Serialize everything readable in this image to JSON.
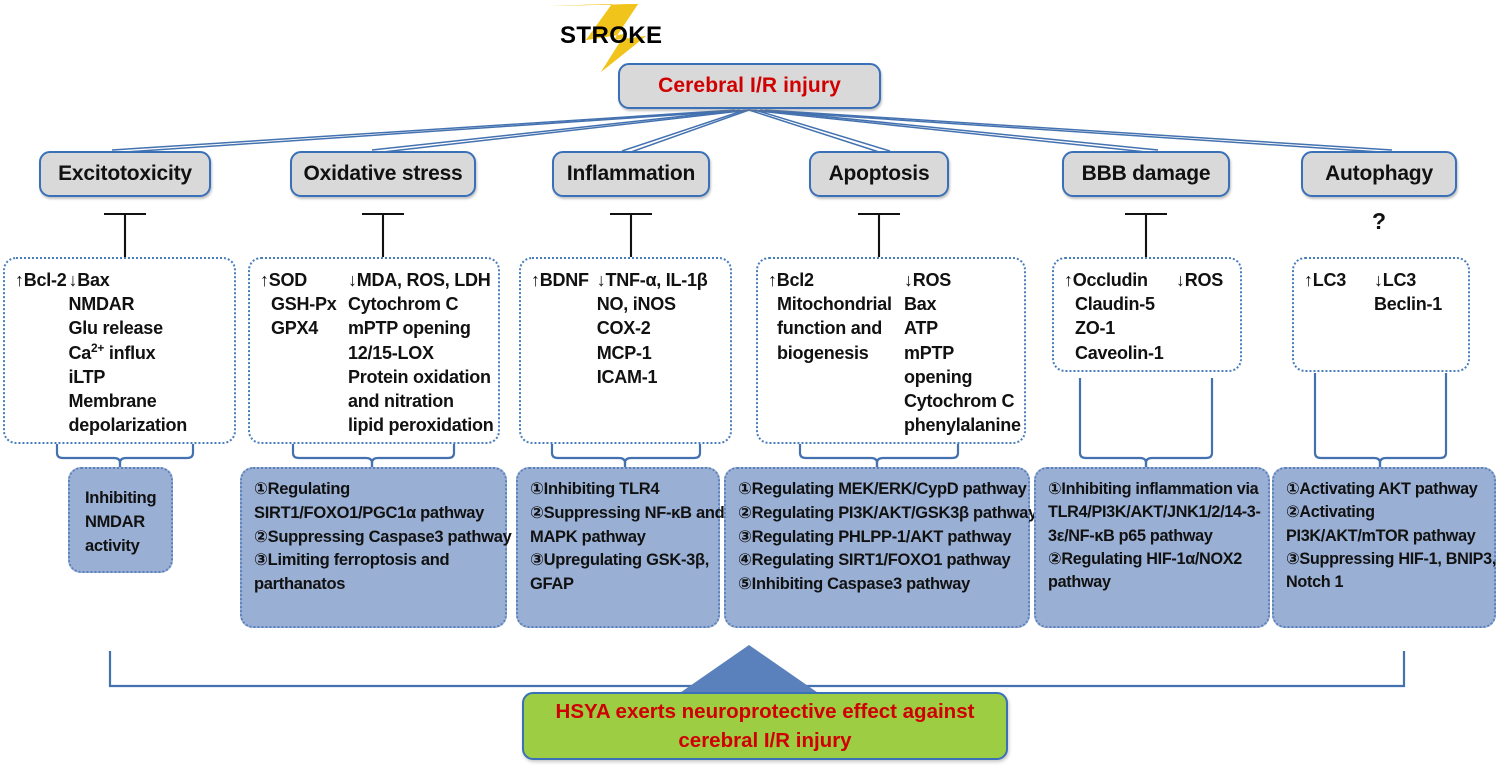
{
  "diagram": {
    "stroke_label": "STROKE",
    "root": {
      "label": "Cerebral I/R injury"
    },
    "conclusion": {
      "line1": "HSYA exerts neuroprotective effect against",
      "line2": "cerebral I/R injury"
    },
    "autophagy_question": "?",
    "colors": {
      "grey_fill": "#d9d9d9",
      "box_border_blue": "#3a70b8",
      "dotted_border_blue": "#4a7ebb",
      "blue_fill": "#9aafd4",
      "green_fill": "#9ccd43",
      "red_text": "#d00000",
      "lightning_yellow": "#f0c41b",
      "arrow_blue": "#5b81bd"
    },
    "columns": [
      {
        "id": "excitotoxicity",
        "category": "Excitotoxicity",
        "markers": {
          "up": [
            "↑Bcl-2"
          ],
          "down": [
            "↓Bax",
            "NMDAR",
            "Glu release",
            "Ca<sup>2+</sup> influx",
            "iLTP",
            "Membrane",
            "depolarization"
          ]
        },
        "mechanisms": [
          "Inhibiting",
          "NMDAR",
          "activity"
        ]
      },
      {
        "id": "oxidative-stress",
        "category": "Oxidative stress",
        "markers": {
          "up": [
            "↑SOD",
            "GSH-Px",
            "GPX4"
          ],
          "down": [
            "↓MDA, ROS, LDH",
            "Cytochrom C",
            "mPTP opening",
            "12/15-LOX",
            "Protein oxidation",
            "and nitration",
            "lipid peroxidation"
          ]
        },
        "mechanisms": [
          "①Regulating",
          "SIRT1/FOXO1/PGC1α pathway",
          "②Suppressing Caspase3 pathway",
          "③Limiting ferroptosis and",
          "parthanatos"
        ]
      },
      {
        "id": "inflammation",
        "category": "Inflammation",
        "markers": {
          "up": [
            "↑BDNF"
          ],
          "down": [
            "↓TNF-α, IL-1β",
            "NO, iNOS",
            "COX-2",
            "MCP-1",
            "ICAM-1"
          ]
        },
        "mechanisms": [
          "①Inhibiting TLR4",
          "②Suppressing NF-κB and",
          "MAPK pathway",
          "③Upregulating GSK-3β,",
          "GFAP"
        ]
      },
      {
        "id": "apoptosis",
        "category": "Apoptosis",
        "markers": {
          "up": [
            "↑Bcl2",
            "Mitochondrial",
            "function and",
            "biogenesis"
          ],
          "down": [
            "↓ROS",
            "Bax",
            "ATP",
            "mPTP",
            "opening",
            "Cytochrom C",
            "phenylalanine"
          ]
        },
        "mechanisms": [
          "①Regulating MEK/ERK/CypD pathway",
          "②Regulating PI3K/AKT/GSK3β pathway",
          "③Regulating PHLPP-1/AKT pathway",
          "④Regulating SIRT1/FOXO1 pathway",
          "⑤Inhibiting Caspase3 pathway"
        ]
      },
      {
        "id": "bbb-damage",
        "category": "BBB damage",
        "markers": {
          "up": [
            "↑Occludin",
            "Claudin-5",
            "ZO-1",
            "Caveolin-1"
          ],
          "down": [
            "↓ROS"
          ]
        },
        "mechanisms": [
          "①Inhibiting inflammation via",
          "TLR4/PI3K/AKT/JNK1/2/14-3-",
          "3ε/NF-κB p65 pathway",
          "②Regulating HIF-1α/NOX2",
          "pathway"
        ]
      },
      {
        "id": "autophagy",
        "category": "Autophagy",
        "markers": {
          "up": [
            "↑LC3"
          ],
          "down": [
            "↓LC3",
            "Beclin-1"
          ]
        },
        "mechanisms": [
          "①Activating AKT pathway",
          "②Activating",
          "PI3K/AKT/mTOR pathway",
          "③Suppressing HIF-1, BNIP3,",
          "Notch 1"
        ]
      }
    ]
  }
}
